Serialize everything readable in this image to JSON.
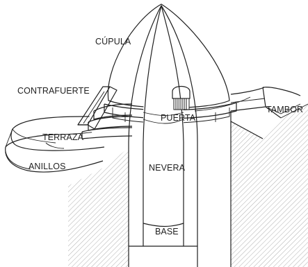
{
  "labels": {
    "cupula": "CÚPULA",
    "contrafuerte": "CONTRAFUERTE",
    "puerta": "PUERTA",
    "tambor": "TAMBOR",
    "terraza": "TERRAZA",
    "nevera": "NEVERA",
    "anillos": "ANILLOS",
    "base": "BASE"
  },
  "colors": {
    "wall": "#555555",
    "stone_fill": "#ffffff",
    "outline": "#1e1e1e",
    "hatch": "#9a9a9a"
  }
}
